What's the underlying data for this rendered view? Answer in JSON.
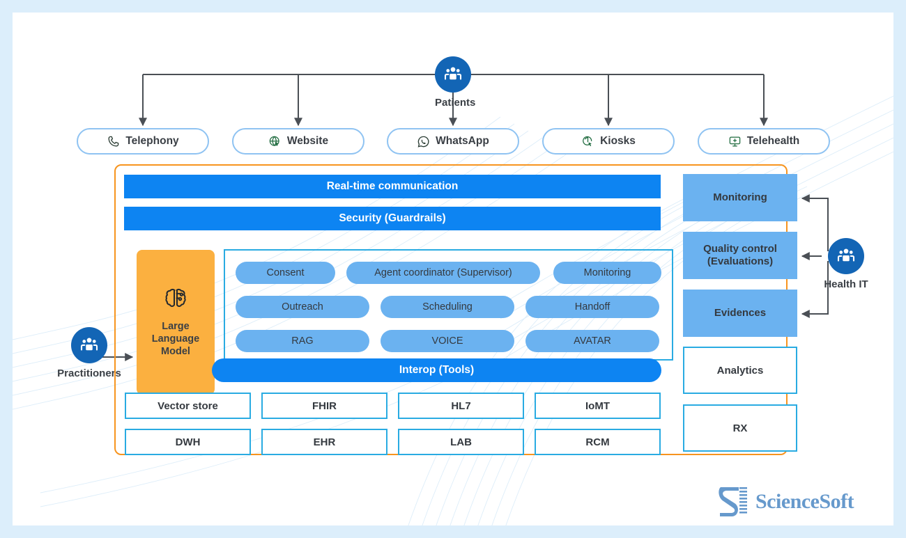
{
  "theme": {
    "page_bg": "#dceefb",
    "canvas_bg": "#ffffff",
    "brand_blue": "#0d84f2",
    "mid_blue": "#6bb2f0",
    "cyan_border": "#29abe2",
    "orange": "#f7941e",
    "llm_orange": "#fbb040",
    "actor_blue": "#1365b5",
    "connector_gray": "#4a4f55",
    "logo_blue": "#6699cc"
  },
  "actors": {
    "patients": {
      "label": "Patients",
      "icon": "people-group-icon"
    },
    "practitioners": {
      "label": "Practitioners",
      "icon": "people-group-icon"
    },
    "health_it": {
      "label": "Health IT",
      "icon": "people-group-icon"
    }
  },
  "channels": [
    {
      "label": "Telephony",
      "icon": "phone-handset-icon"
    },
    {
      "label": "Website",
      "icon": "globe-cursor-icon"
    },
    {
      "label": "WhatsApp",
      "icon": "whatsapp-icon"
    },
    {
      "label": "Kiosks",
      "icon": "kiosk-cursor-icon"
    },
    {
      "label": "Telehealth",
      "icon": "monitor-plus-icon"
    }
  ],
  "platform": {
    "top_bars": [
      {
        "label": "Real-time communication"
      },
      {
        "label": "Security (Guardrails)"
      }
    ],
    "llm": {
      "label": "Large\nLanguage\nModel",
      "icon": "brain-ai-icon"
    },
    "agents": [
      "Consent",
      "Agent coordinator (Supervisor)",
      "Monitoring",
      "Outreach",
      "Scheduling",
      "Handoff",
      "RAG",
      "VOICE",
      "AVATAR"
    ],
    "interop_bar": {
      "label": "Interop (Tools)"
    },
    "sources": [
      "Vector store",
      "FHIR",
      "HL7",
      "IoMT",
      "DWH",
      "EHR",
      "LAB",
      "RCM"
    ]
  },
  "right_column": {
    "blue_boxes": [
      {
        "label": "Monitoring"
      },
      {
        "label": "Quality control\n(Evaluations)"
      },
      {
        "label": "Evidences"
      }
    ],
    "white_boxes": [
      {
        "label": "Analytics"
      },
      {
        "label": "RX"
      }
    ]
  },
  "logo": {
    "text": "ScienceSoft",
    "mark": "sciencesoft-logo-mark"
  }
}
